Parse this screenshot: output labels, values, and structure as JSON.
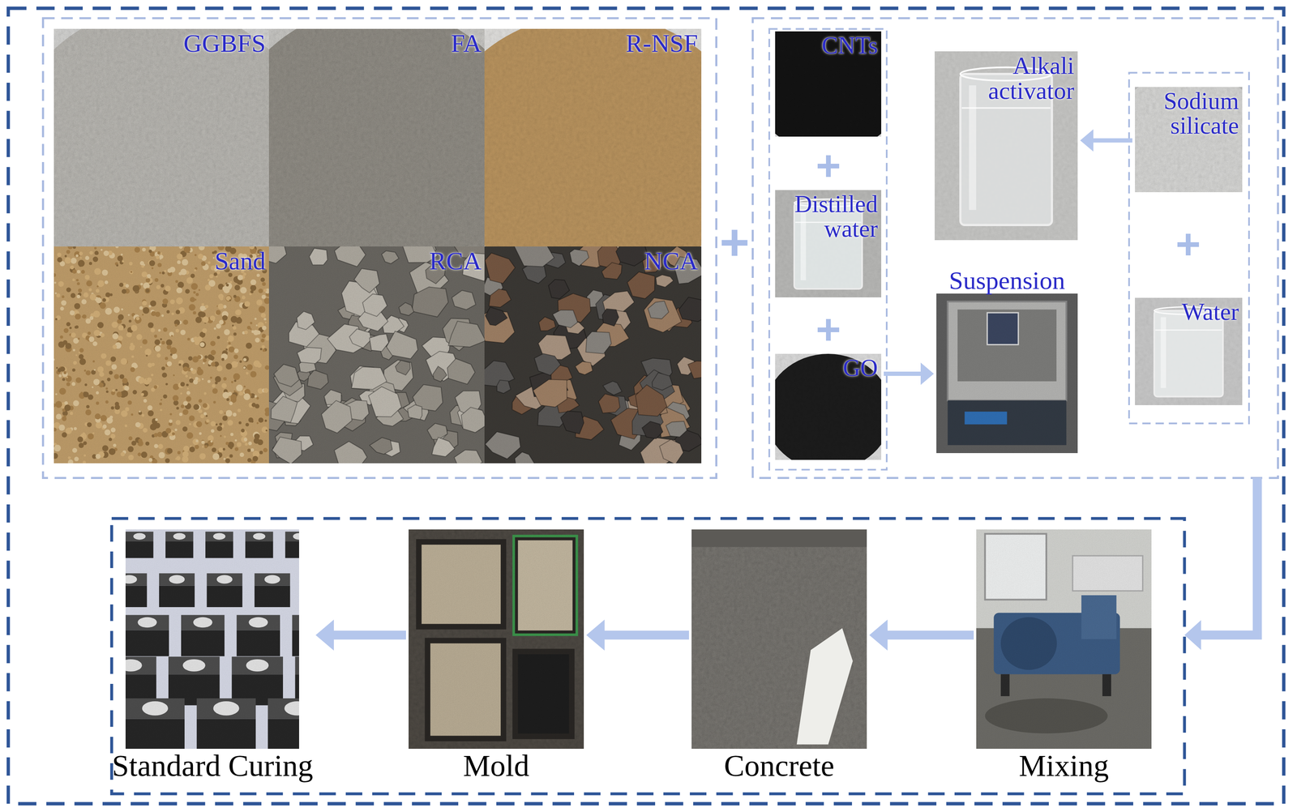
{
  "diagram": {
    "nodes": [
      {
        "text": [
          "GGBFS"
        ]
      },
      {
        "text": [
          "FA"
        ]
      },
      {
        "text": [
          "R-NSF"
        ]
      },
      {
        "text": [
          "Sand"
        ]
      },
      {
        "text": [
          "RCA"
        ]
      },
      {
        "text": [
          "NCA"
        ]
      },
      {
        "text": [
          "CNTs"
        ]
      },
      {
        "text": [
          "Distilled water"
        ]
      },
      {
        "text": [
          "GO"
        ]
      },
      {
        "text": [
          "Alkali activator"
        ]
      },
      {
        "text": [
          "Sodium silicate"
        ]
      },
      {
        "text": [
          "Suspension"
        ]
      },
      {
        "text": [
          "Water"
        ]
      },
      {
        "text": [
          "Standard Curing"
        ]
      },
      {
        "text": [
          "Mold"
        ]
      },
      {
        "text": [
          "Concrete"
        ]
      },
      {
        "text": [
          "Mixing"
        ]
      }
    ],
    "edges": [
      {
        "from": 8,
        "to": 11,
        "arrow": "to"
      },
      {
        "from": 10,
        "to": 9,
        "arrow": "to"
      },
      {
        "from": 16,
        "to": 15,
        "arrow": "to"
      },
      {
        "from": 15,
        "to": 14,
        "arrow": "to"
      },
      {
        "from": 14,
        "to": 13,
        "arrow": "to"
      }
    ],
    "labels": [
      "+",
      "+",
      "+",
      "+"
    ]
  }
}
